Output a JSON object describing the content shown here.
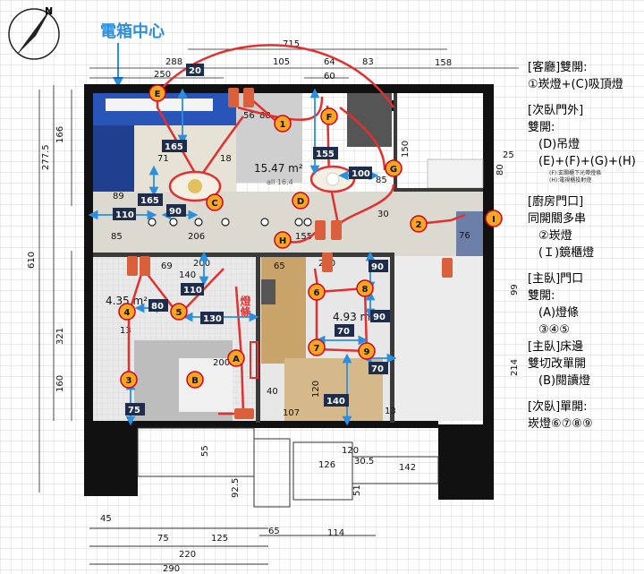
{
  "title": "電箱中心",
  "compass_label": "N",
  "area_labels": {
    "living": "15.47 m²",
    "living_sub": "all 16.4",
    "bed2": "4.35 m²",
    "bed3": "4.93 m²"
  },
  "light_strip_label": "燈條",
  "dimensions_top": [
    "288",
    "250",
    "105",
    "715",
    "64",
    "83",
    "60",
    "158"
  ],
  "dimensions_left": [
    "166",
    "277.5",
    "610",
    "321",
    "160"
  ],
  "dimensions_right": [
    "25",
    "80",
    "99",
    "214"
  ],
  "dimensions_bottom": [
    "55",
    "92.5",
    "45",
    "75",
    "125",
    "220",
    "290",
    "65",
    "114",
    "120",
    "126",
    "30.5",
    "142",
    "51"
  ],
  "dimensions_inner": [
    "56",
    "88",
    "71",
    "18",
    "89",
    "206",
    "85",
    "155",
    "140",
    "200",
    "240",
    "69",
    "65",
    "13",
    "40",
    "200",
    "120",
    "107",
    "13",
    "30",
    "76",
    "150",
    "85"
  ],
  "measure_boxes": [
    "20",
    "165",
    "165",
    "155",
    "100",
    "110",
    "90",
    "110",
    "80",
    "130",
    "90",
    "90",
    "70",
    "70",
    "75",
    "140"
  ],
  "fixture_markers": [
    "E",
    "1",
    "F",
    "G",
    "D",
    "C",
    "2",
    "I",
    "H",
    "4",
    "5",
    "6",
    "8",
    "7",
    "9",
    "3",
    "A",
    "B"
  ],
  "legend": [
    {
      "lines": [
        "[客廳]雙開:",
        "①崁燈+(C)吸頂燈"
      ],
      "notes": []
    },
    {
      "lines": [
        "[次臥門外]",
        "雙開:",
        "(D)吊燈",
        "(E)+(F)+(G)+(H)"
      ],
      "notes": [
        "(F):玄關櫃下光帶燈條",
        "(H):電視櫃投射燈"
      ]
    },
    {
      "lines": [
        "[廚房門口]",
        "同開關多串",
        "②崁燈",
        "(Ｉ)鏡櫃燈"
      ],
      "notes": []
    },
    {
      "lines": [
        "[主臥]門口",
        "雙開:",
        "(A)燈條",
        "③④⑤",
        "[主臥]床邊",
        "雙切改單開",
        "(B)閱讀燈"
      ],
      "notes": []
    },
    {
      "lines": [
        "[次臥]單開:",
        "崁燈⑥⑦⑧⑨"
      ],
      "notes": []
    }
  ],
  "colors": {
    "marker_fill": "#f5a623",
    "marker_stroke": "#d0021b",
    "wire": "#e03030",
    "dim_box": "#1f2d4d",
    "arrow": "#2a8fe0",
    "wall": "#111111",
    "title": "#2a8fe0"
  }
}
